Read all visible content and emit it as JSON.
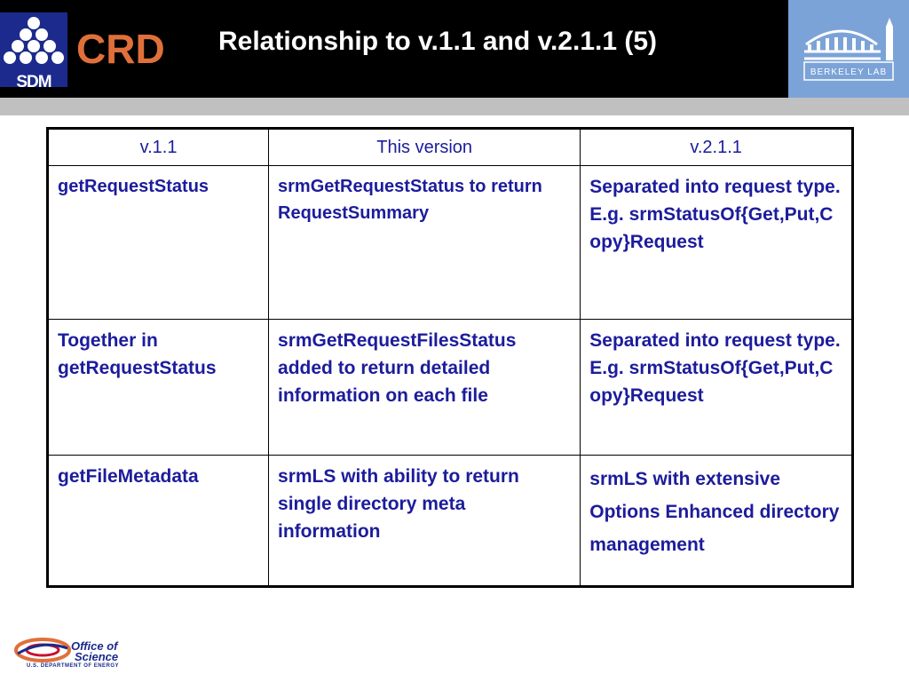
{
  "header": {
    "left_logo_text": "SDM",
    "org_text": "CRD",
    "title": "Relationship to v.1.1 and v.2.1.1 (5)",
    "right_logo_text": "BERKELEY LAB"
  },
  "table": {
    "headers": [
      "v.1.1",
      "This version",
      "v.2.1.1"
    ],
    "rows": [
      [
        "getRequestStatus",
        "srmGetRequestStatus to return RequestSummary",
        "Separated into request type. E.g. srmStatusOf{Get,Put,Copy}Request"
      ],
      [
        "Together in getRequestStatus",
        "srmGetRequestFilesStatus added to return detailed information on each file",
        "Separated into request type. E.g. srmStatusOf{Get,Put,Copy}Request"
      ],
      [
        "getFileMetadata",
        "srmLS with ability to return single directory meta information",
        "srmLS with extensive Options Enhanced directory management"
      ]
    ]
  },
  "footer": {
    "line1": "Office of",
    "line2": "Science",
    "line3": "U.S. DEPARTMENT OF ENERGY"
  },
  "colors": {
    "text_blue": "#1c1c9c",
    "crd_orange": "#e0703a",
    "header_bg": "#000000",
    "lab_blue": "#7ba3d8"
  }
}
